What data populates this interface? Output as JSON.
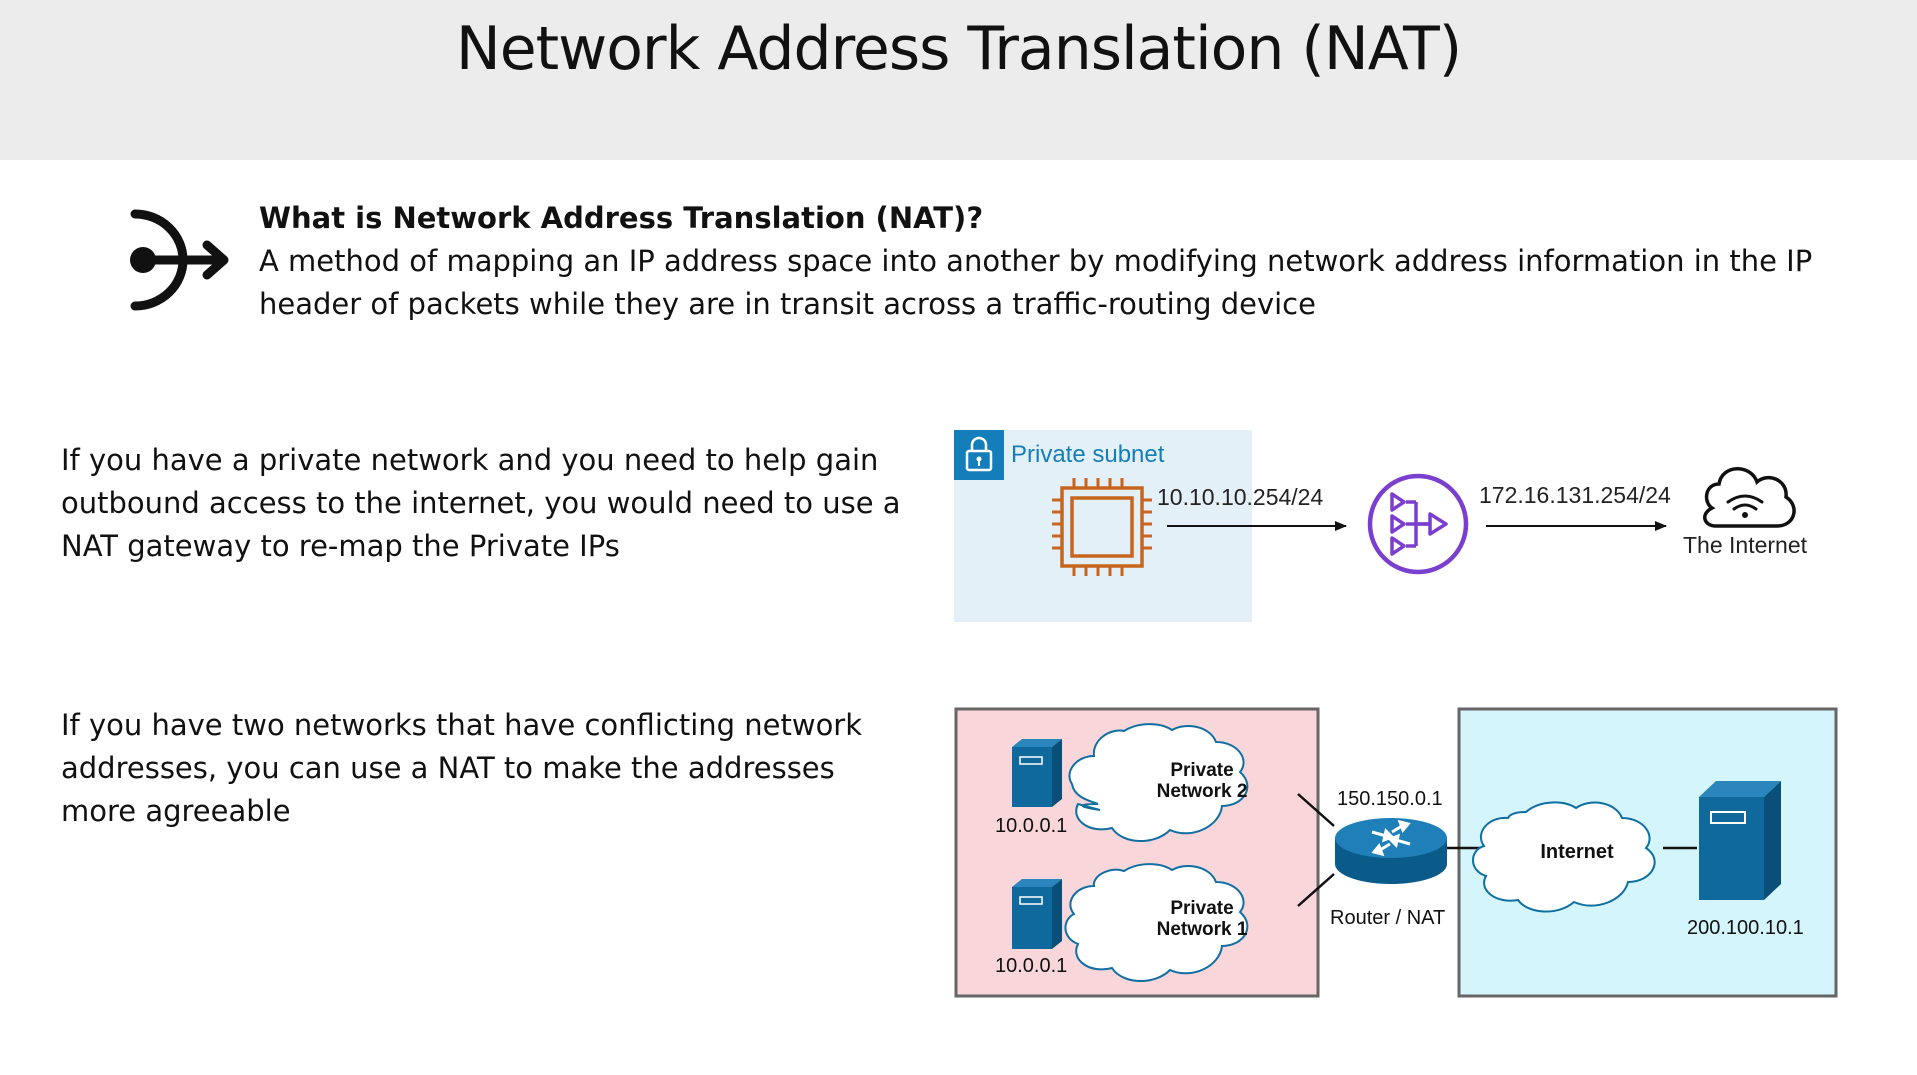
{
  "title": "Network Address Translation (NAT)",
  "intro": {
    "heading": "What is Network Address Translation (NAT)?",
    "body": "A method of mapping an IP address space into another by modifying network address information in the IP header of packets while they are in transit across a traffic-routing device"
  },
  "sections": [
    {
      "text": "If you have a private network and you need to help gain outbound access to the internet, you would need to use a NAT gateway to re-map the Private IPs"
    },
    {
      "text": "If you have two networks that have conflicting network addresses, you can use a NAT to make the addresses more agreeable"
    }
  ],
  "diagram1": {
    "subnet_label": "Private subnet",
    "ip_left": "10.10.10.254/24",
    "ip_right": "172.16.131.254/24",
    "internet_label": "The Internet",
    "colors": {
      "subnet_bg": "#e4f0f7",
      "subnet_blue": "#147eba",
      "chip": "#c7651e",
      "nat": "#7b3fcf"
    }
  },
  "diagram2": {
    "left_servers": [
      "10.0.0.1",
      "10.0.0.1"
    ],
    "cloud_top": {
      "line1": "Private",
      "line2": "Network 2"
    },
    "cloud_bottom": {
      "line1": "Private",
      "line2": "Network 1"
    },
    "router_ip": "150.150.0.1",
    "router_label": "Router / NAT",
    "internet_cloud": "Internet",
    "server_ip": "200.100.10.1",
    "colors": {
      "left_bg": "#f9d6da",
      "right_bg": "#d3f5fb",
      "server": "#10699c",
      "router": "#0f6fa3"
    }
  }
}
